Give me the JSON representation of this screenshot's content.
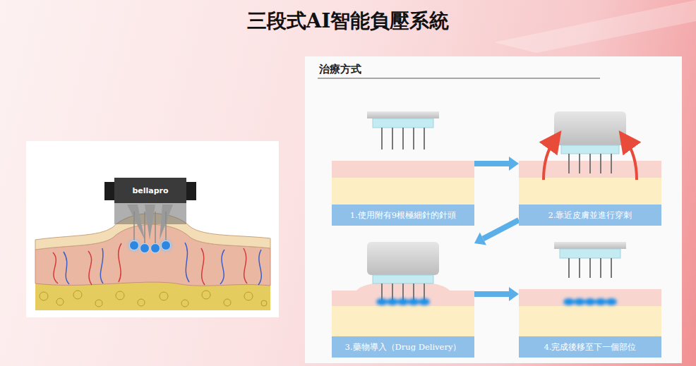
{
  "diagram": {
    "title": "三段式AI智能負壓系統",
    "nodes": [
      {
        "text": [
          "1.使用附有9根極細針的針頭"
        ]
      },
      {
        "text": [
          "2.靠近皮膚並進行穿刺"
        ]
      },
      {
        "text": [
          "3.藥物導入（Drug Delivery）"
        ]
      },
      {
        "text": [
          "4.完成後移至下一個部位"
        ]
      }
    ],
    "edges": [
      {
        "from": 0,
        "to": 1,
        "arrow": "to"
      },
      {
        "from": 1,
        "to": 2,
        "arrow": "to"
      },
      {
        "from": 2,
        "to": 3,
        "arrow": "to"
      }
    ],
    "labels": [
      "治療方式",
      "bellapro"
    ]
  }
}
